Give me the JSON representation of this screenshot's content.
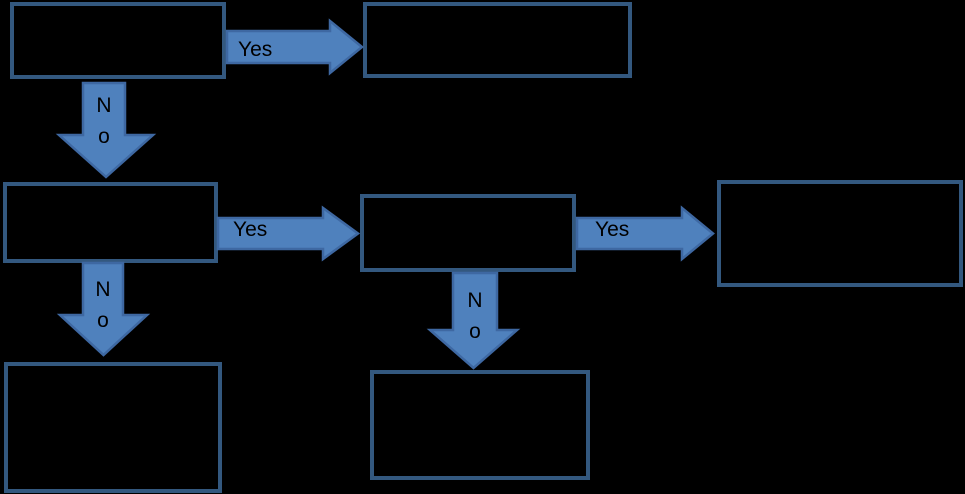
{
  "diagram_type": "flowchart",
  "colors": {
    "background": "#000000",
    "box_border": "#33587f",
    "arrow_fill": "#4f81bd",
    "arrow_outline": "#3e68a2",
    "label_text": "#000000"
  },
  "nodes": [
    {
      "id": "top-left",
      "label": ""
    },
    {
      "id": "top-right",
      "label": ""
    },
    {
      "id": "middle-left",
      "label": ""
    },
    {
      "id": "middle-center",
      "label": ""
    },
    {
      "id": "middle-right",
      "label": ""
    },
    {
      "id": "bottom-left",
      "label": ""
    },
    {
      "id": "bottom-center",
      "label": ""
    }
  ],
  "edges": [
    {
      "from": "top-left",
      "to": "top-right",
      "label": "Yes",
      "direction": "right"
    },
    {
      "from": "top-left",
      "to": "middle-left",
      "label": "No",
      "direction": "down"
    },
    {
      "from": "middle-left",
      "to": "middle-center",
      "label": "Yes",
      "direction": "right"
    },
    {
      "from": "middle-left",
      "to": "bottom-left",
      "label": "No",
      "direction": "down"
    },
    {
      "from": "middle-center",
      "to": "middle-right",
      "label": "Yes",
      "direction": "right"
    },
    {
      "from": "middle-center",
      "to": "bottom-center",
      "label": "No",
      "direction": "down"
    }
  ]
}
